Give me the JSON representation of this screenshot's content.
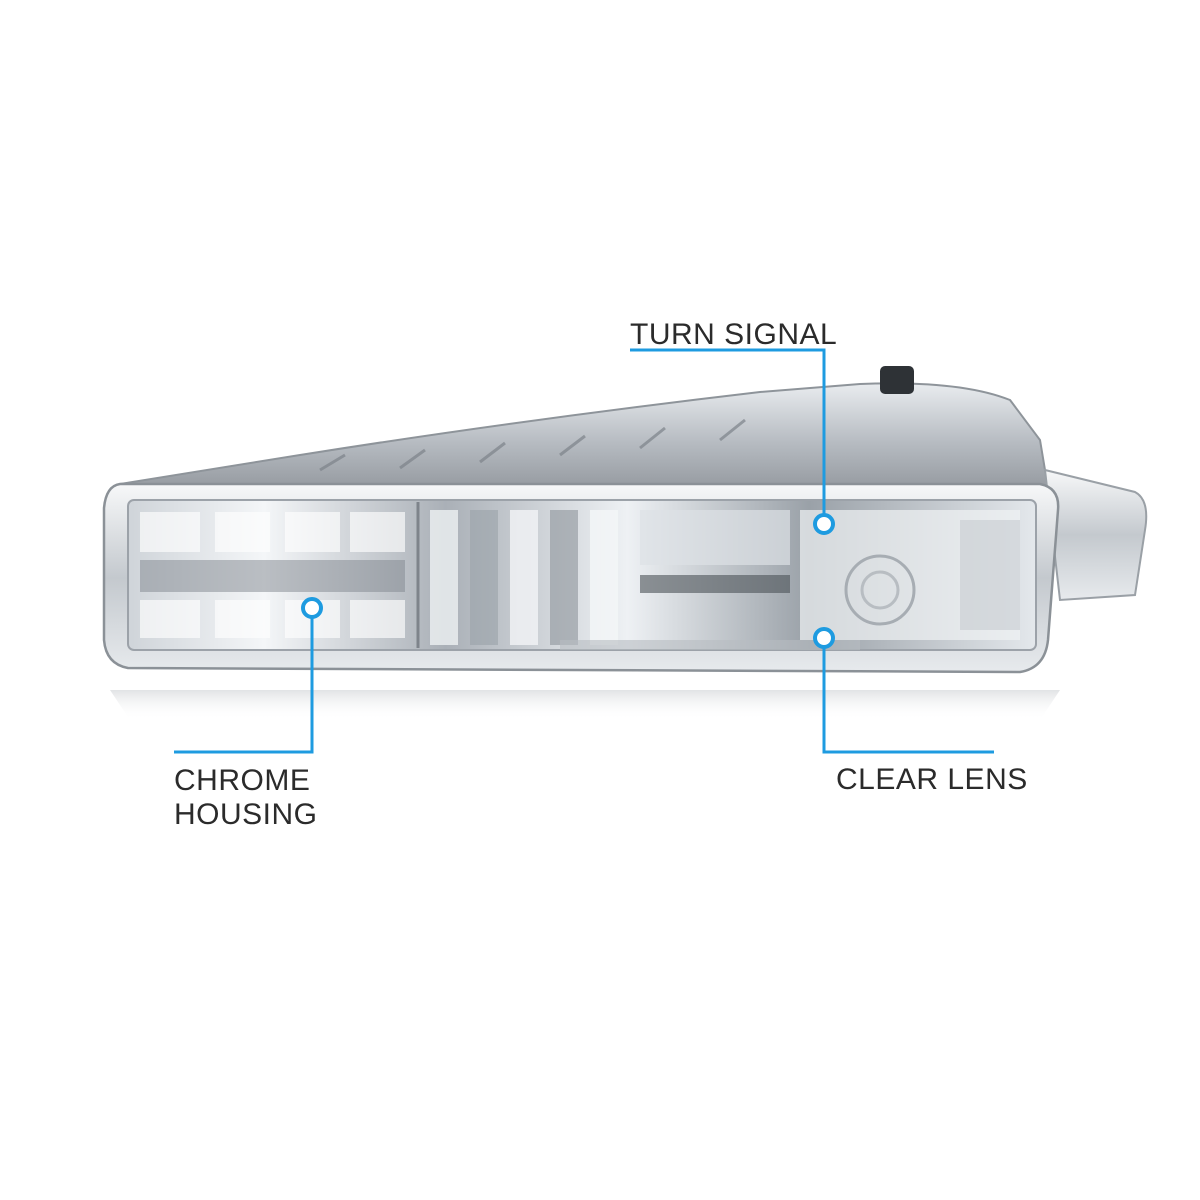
{
  "callouts": {
    "turn_signal": {
      "label": "TURN SIGNAL"
    },
    "chrome_housing": {
      "line1": "CHROME",
      "line2": "HOUSING"
    },
    "clear_lens": {
      "label": "CLEAR LENS"
    }
  },
  "colors": {
    "accent": "#1e9be0",
    "text": "#2b2b2b",
    "background": "#ffffff"
  }
}
